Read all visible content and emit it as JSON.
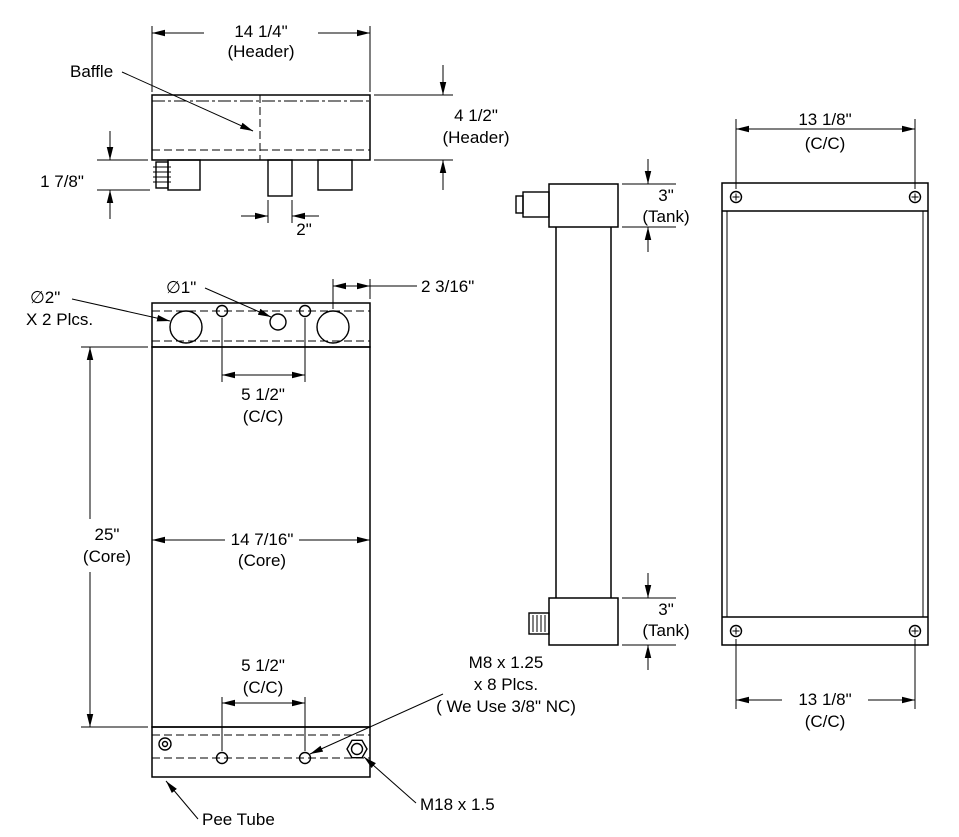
{
  "meta": {
    "background_color": "#ffffff",
    "line_color": "#000000",
    "drawing_type": "heat-exchanger-dimension-drawing"
  },
  "top_view": {
    "dim_header_width": "14 1/4\"",
    "dim_header_width_unit": "(Header)",
    "baffle_label": "Baffle",
    "dim_header_height": "4 1/2\"",
    "dim_header_height_unit": "(Header)",
    "dim_foot_height": "1 7/8\"",
    "dim_port_width": "2\""
  },
  "front_view": {
    "dia_small": "∅1\"",
    "dia_large": "∅2\"",
    "dia_large_qty": "X 2 Plcs.",
    "dim_port_offset": "2 3/16\"",
    "dim_bolt_cc_top": "5 1/2\"",
    "dim_bolt_cc_top_unit": "(C/C)",
    "dim_core_height": "25\"",
    "dim_core_height_unit": "(Core)",
    "dim_core_width": "14 7/16\"",
    "dim_core_width_unit": "(Core)",
    "dim_bolt_cc_bottom": "5 1/2\"",
    "dim_bolt_cc_bottom_unit": "(C/C)",
    "thread_note_line1": "M8 x 1.25",
    "thread_note_line2": "x 8 Plcs.",
    "thread_note_line3": "( We Use 3/8\" NC)",
    "pee_tube_label": "Pee Tube",
    "m18_label": "M18 x 1.5"
  },
  "side_view": {
    "dim_tank_top": "3\"",
    "dim_tank_top_unit": "(Tank)",
    "dim_tank_bottom": "3\"",
    "dim_tank_bottom_unit": "(Tank)"
  },
  "rear_view": {
    "dim_cc_top": "13 1/8\"",
    "dim_cc_top_unit": "(C/C)",
    "dim_cc_bottom": "13 1/8\"",
    "dim_cc_bottom_unit": "(C/C)"
  }
}
